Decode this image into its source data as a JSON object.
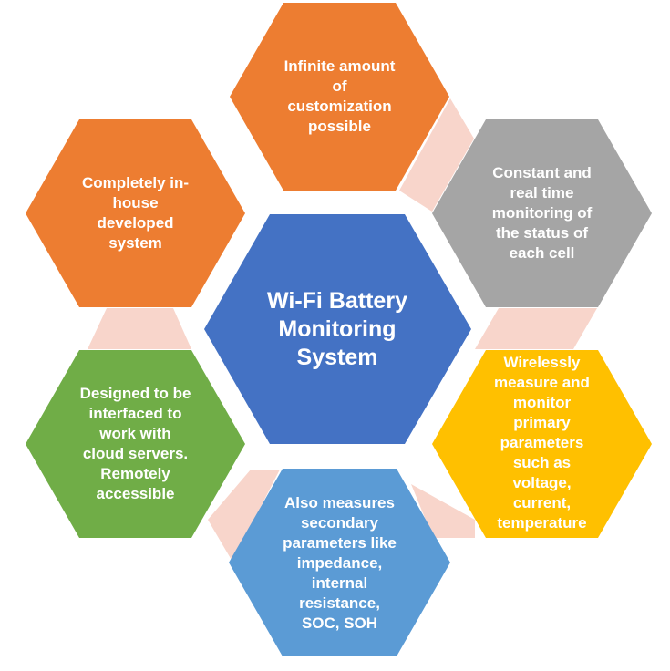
{
  "colors": {
    "connector": "#f8d5cb",
    "center": "#4472c4",
    "orange": "#ed7d31",
    "gray": "#a5a5a5",
    "gold": "#ffc000",
    "blue": "#5b9bd5",
    "green": "#70ad47"
  },
  "center": {
    "label": "Wi-Fi Battery\nMonitoring\nSystem"
  },
  "nodes": [
    {
      "id": "customization",
      "label": "Infinite  amount\nof\ncustomization\npossible",
      "color": "orange"
    },
    {
      "id": "real-time",
      "label": "Constant and\nreal time\nmonitoring of\nthe status of\neach cell",
      "color": "gray"
    },
    {
      "id": "wireless",
      "label": "Wirelessly\nmeasure and\nmonitor\nprimary\nparameters\nsuch as\nvoltage,\ncurrent,\ntemperature",
      "color": "gold"
    },
    {
      "id": "secondary",
      "label": "Also measures\nsecondary\nparameters like\nimpedance,\ninternal\nresistance,\nSOC, SOH",
      "color": "blue"
    },
    {
      "id": "cloud",
      "label": "Designed to be\ninterfaced to\nwork with\ncloud servers.\nRemotely\naccessible",
      "color": "green"
    },
    {
      "id": "in-house",
      "label": "Completely  in-\nhouse\ndeveloped\nsystem",
      "color": "orange"
    }
  ]
}
